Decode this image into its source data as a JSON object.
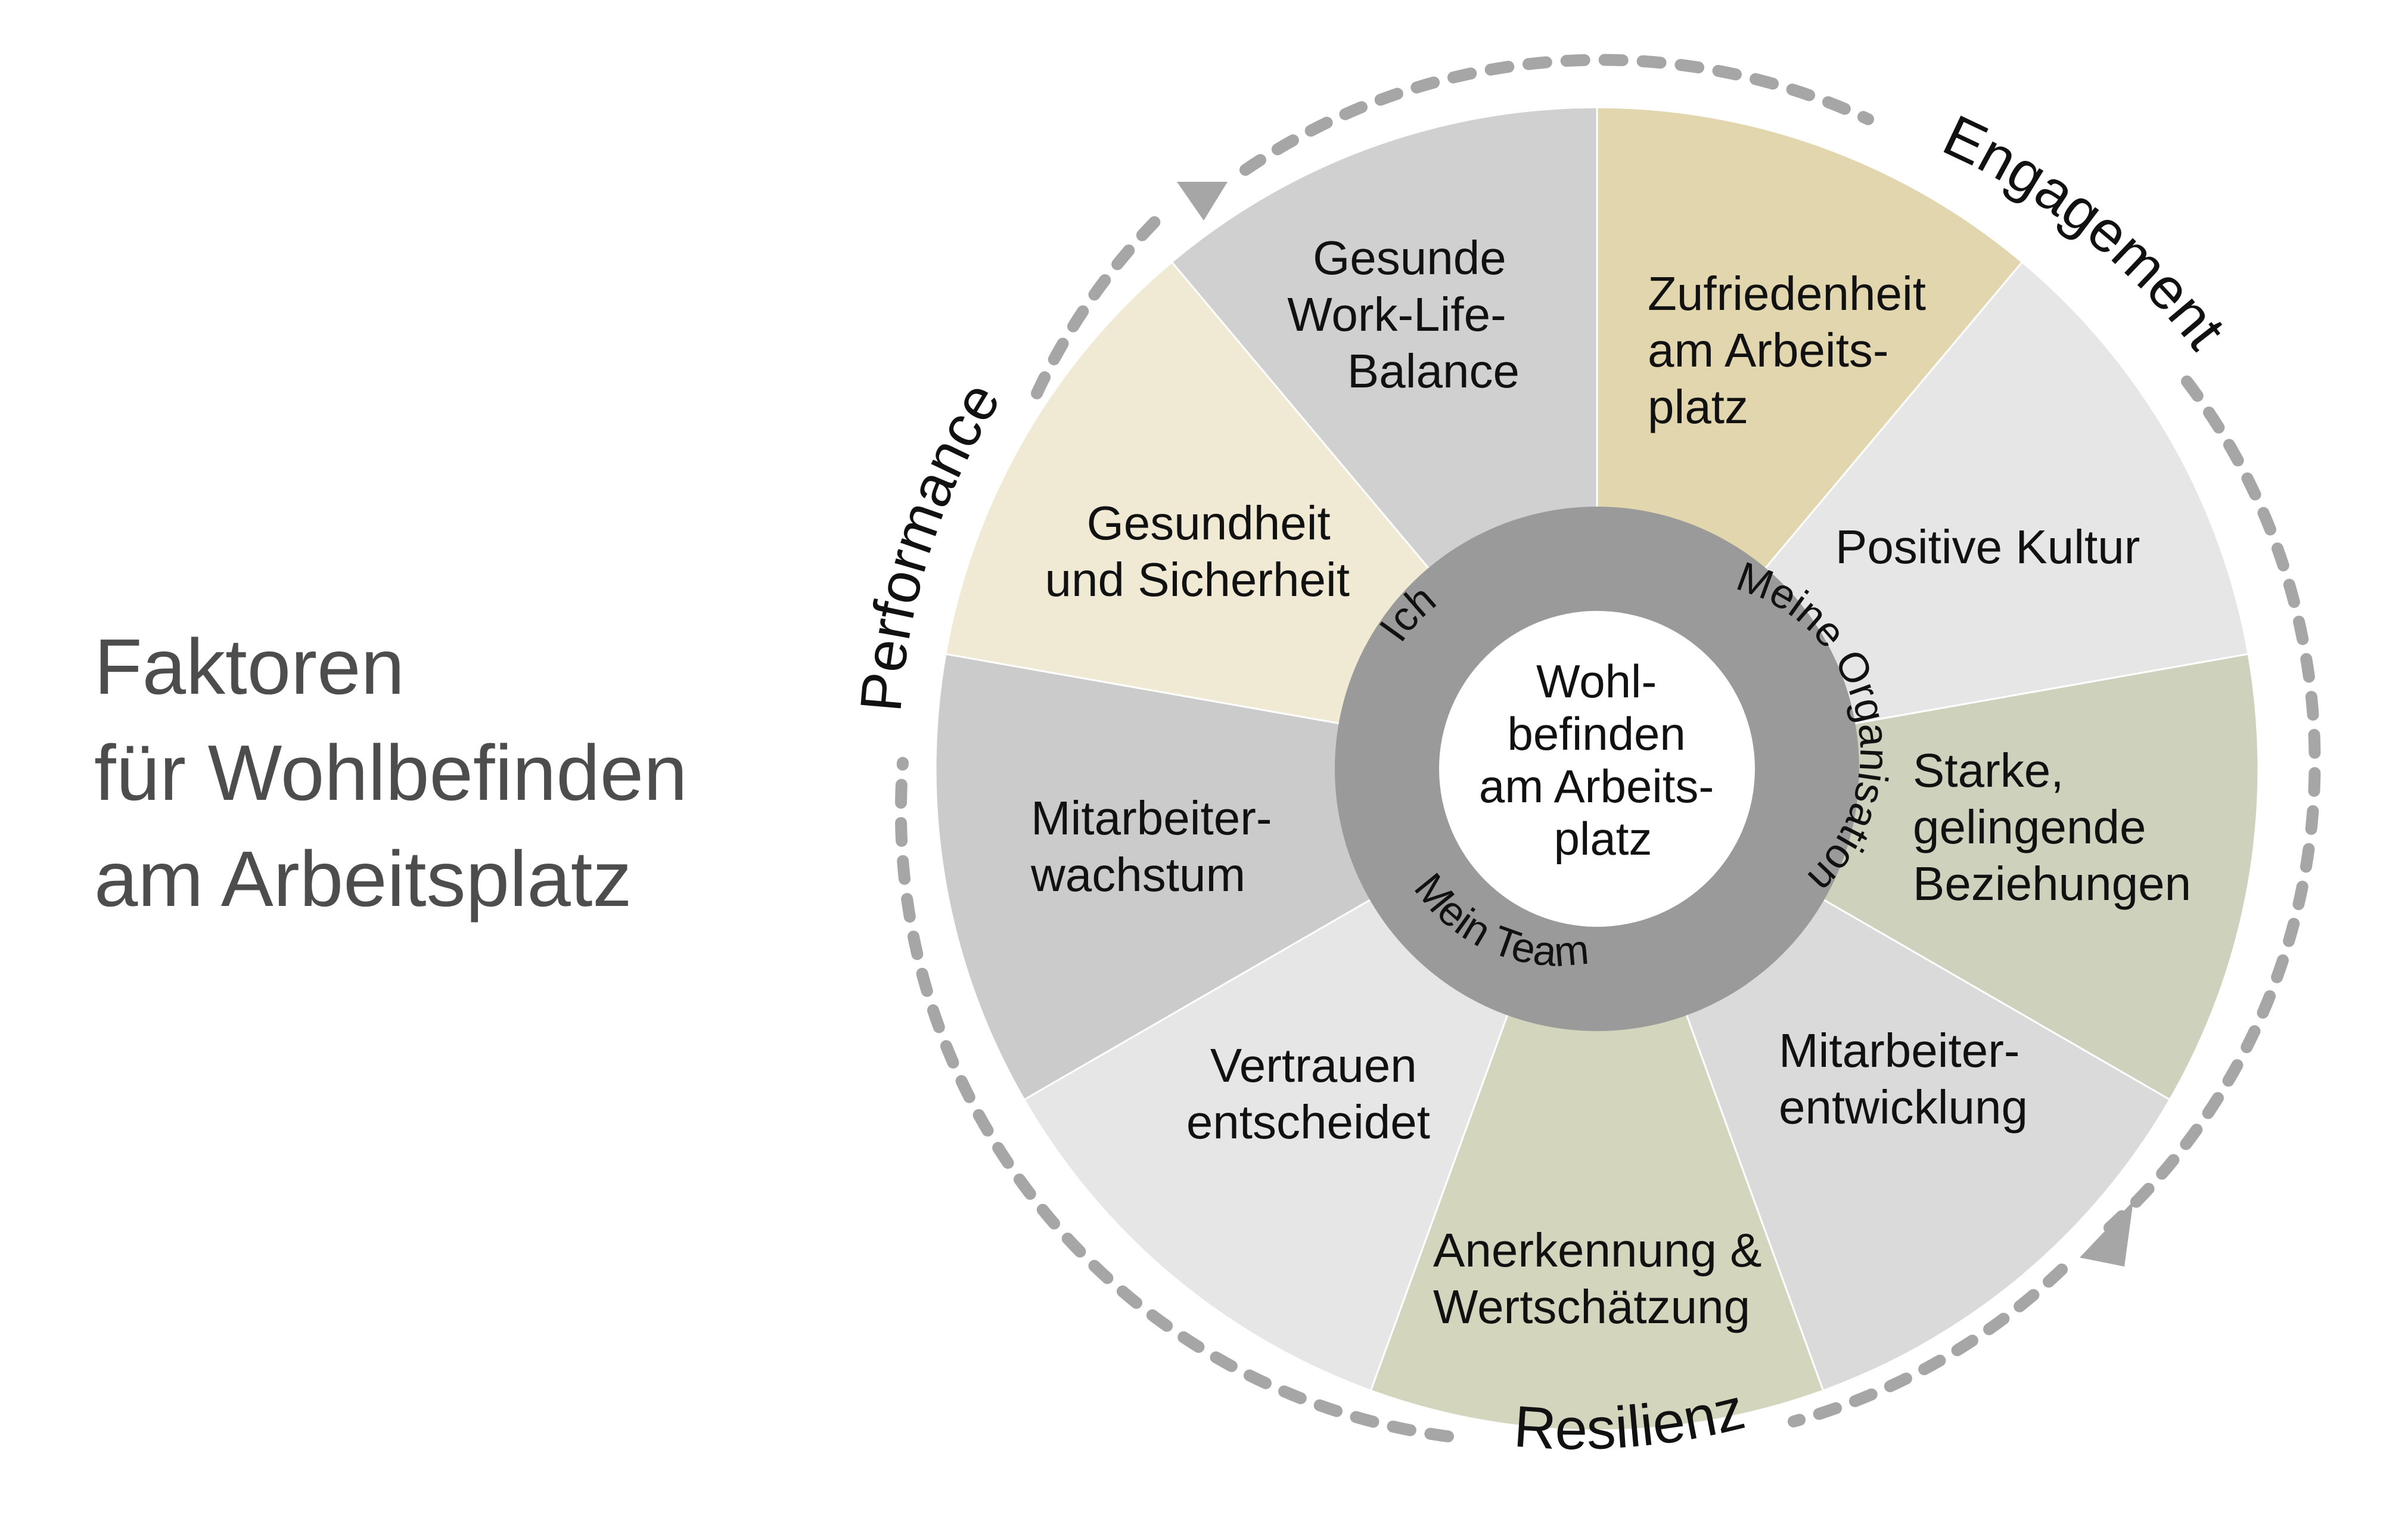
{
  "title": {
    "lines": [
      "Faktoren",
      "für Wohlbefinden",
      "am Arbeitsplatz"
    ]
  },
  "center": {
    "lines": [
      "Wohl-",
      "befinden",
      "am Arbeits-",
      "platz"
    ]
  },
  "inner_ring": {
    "ich": "Ich",
    "meine_organisation": "Meine Organisation",
    "mein_team": "Mein Team"
  },
  "segments": [
    {
      "lines": [
        "Zufriedenheit",
        "am Arbeits-",
        "platz"
      ],
      "color": "#e1d6ad"
    },
    {
      "lines": [
        "Positive Kultur"
      ],
      "color": "#e6e6e6"
    },
    {
      "lines": [
        "Starke,",
        "gelingende",
        "Beziehungen"
      ],
      "color": "#ced2bd"
    },
    {
      "lines": [
        "Mitarbeiter-",
        "entwicklung"
      ],
      "color": "#dadada"
    },
    {
      "lines": [
        "Anerkennung &",
        "Wertschätzung"
      ],
      "color": "#d4d5bd"
    },
    {
      "lines": [
        "Vertrauen",
        "entscheidet"
      ],
      "color": "#e6e6e6"
    },
    {
      "lines": [
        "Mitarbeiter-",
        "wachstum"
      ],
      "color": "#cbcbcb"
    },
    {
      "lines": [
        "Gesundheit",
        "und Sicherheit"
      ],
      "color": "#f0ead4"
    },
    {
      "lines": [
        "Gesunde",
        "Work-Life-",
        "Balance"
      ],
      "color": "#d0d0d0"
    }
  ],
  "cycle": {
    "engagement": "Engagement",
    "performance": "Performance",
    "resilienz": "Resilienz"
  },
  "colors": {
    "inner_ring": "#9a9a9a",
    "center": "#ffffff",
    "dashed_cycle": "#a6a6a6",
    "title_text": "#4d4d4d"
  }
}
